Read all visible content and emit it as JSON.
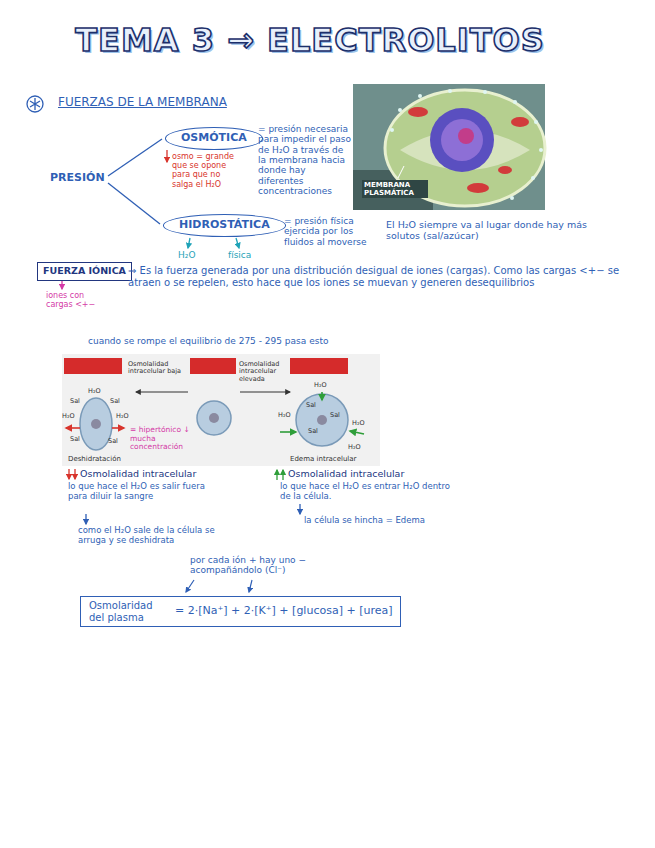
{
  "diagram": {
    "title": "TEMA 3 → ELECTROLITOS",
    "nodes": [
      {
        "text": [
          "OSMÓTICA"
        ]
      },
      {
        "text": [
          "HIDROSTÁTICA"
        ]
      },
      {
        "text": [
          "FUERZA IÓNICA"
        ]
      },
      {
        "text": [
          "Osmolaridad del plasma",
          "= 2·[Na⁺] + 2·[K⁺] + [glucosa] + [urea]"
        ]
      }
    ],
    "labels": [
      "FUERZAS DE LA MEMBRANA",
      "PRESIÓN",
      "= presión necesaria para impedir el paso de H₂O a través de la membrana hacia donde hay diferentes concentraciones",
      "osmo = grande que se opone para que no salga el H₂O",
      "= presión física ejercida por los fluidos al moverse",
      "H₂O",
      "física",
      "MEMBRANA PLASMÁTICA",
      "El H₂O siempre va al lugar donde hay más solutos (sal/azúcar)",
      "iones con cargas <+−",
      "⇒ Es la fuerza generada por una distribución desigual de iones (cargas). Como las cargas <+− se atraen o se repelen, esto hace que los iones se muevan y generen desequilibrios",
      "cuando se rompe el equilibrio de 275 - 295 pasa esto",
      "Osmolalidad intracelular baja",
      "Osmolalidad intracelular elevada",
      "Deshidratación",
      "Edema intracelular",
      "H₂O",
      "Sal",
      "Sal",
      "H₂O",
      "H₂O",
      "Sal",
      "Sal",
      "H₂O",
      "Sal",
      "Sal",
      "H₂O",
      "H₂O",
      "Sal",
      "H₂O",
      "= hipertónico ↓ mucha concentración",
      "Osmolalidad intracelular",
      "lo que hace el H₂O es salir fuera para diluir la sangre",
      "como el H₂O sale de la célula se arruga y se deshidrata",
      "Osmolalidad intracelular",
      "lo que hace el H₂O es entrar H₂O dentro de la célula.",
      "la célula se hincha = Edema",
      "por cada ión + hay uno − acompañándolo (Cl⁻)"
    ]
  }
}
